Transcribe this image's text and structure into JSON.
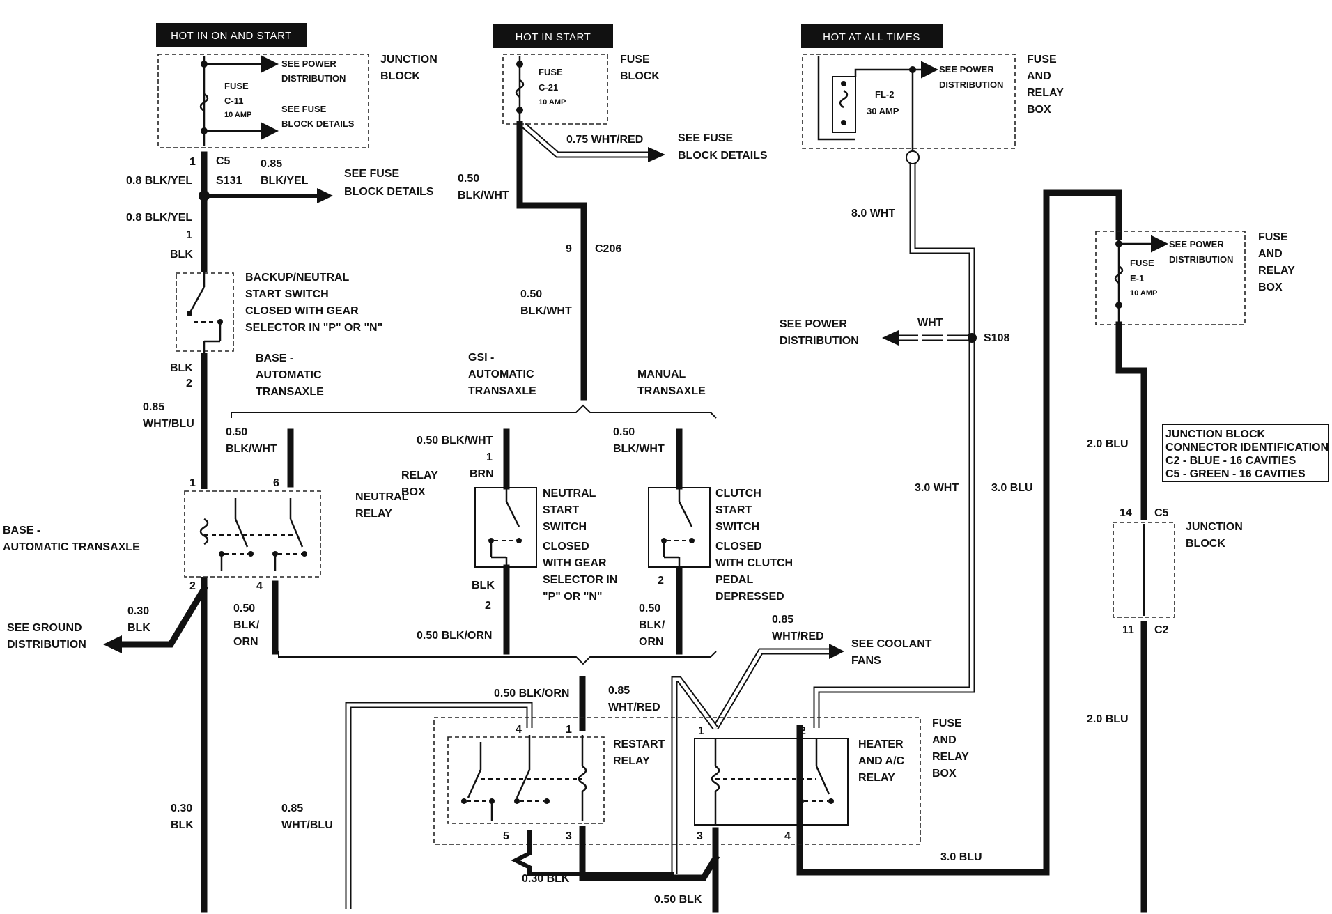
{
  "headers": {
    "hot_in_on_start": "HOT IN ON AND START",
    "hot_in_start": "HOT IN START",
    "hot_at_all_times": "HOT AT ALL TIMES"
  },
  "left": {
    "see_power_dist": [
      "SEE POWER",
      "DISTRIBUTION"
    ],
    "fuse": [
      "FUSE",
      "C-11",
      "10 AMP"
    ],
    "see_fuse_block": [
      "SEE FUSE",
      "BLOCK DETAILS"
    ],
    "junction_block": [
      "JUNCTION",
      "BLOCK"
    ],
    "c5_pin": "1",
    "c5": "C5",
    "s131": "S131",
    "wire_08_blk_yel_a": "0.8 BLK/YEL",
    "wire_085_a": "0.85",
    "wire_085_blk_yel": "BLK/YEL",
    "see_fuse_block_2": [
      "SEE FUSE",
      "BLOCK DETAILS"
    ],
    "wire_08_blk_yel_b": "0.8 BLK/YEL",
    "pin1": "1",
    "blk_a": "BLK",
    "backup_switch": [
      "BACKUP/NEUTRAL",
      "START SWITCH",
      "CLOSED WITH GEAR",
      "SELECTOR IN \"P\" OR \"N\""
    ],
    "blk_b": "BLK",
    "pin2": "2",
    "base_auto": [
      "BASE -",
      "AUTOMATIC",
      "TRANSAXLE"
    ],
    "wire_085_wht_blu": [
      "0.85",
      "WHT/BLU"
    ],
    "wire_050_blk_wht": [
      "0.50",
      "BLK/WHT"
    ],
    "relay_pin1": "1",
    "relay_pin6": "6",
    "neutral_relay": [
      "NEUTRAL",
      "RELAY"
    ],
    "base_auto_transaxle": [
      "BASE -",
      "AUTOMATIC  TRANSAXLE"
    ],
    "relay_pin2": "2",
    "relay_pin4": "4",
    "wire_030_blk": [
      "0.30",
      "BLK"
    ],
    "see_ground": [
      "SEE GROUND",
      "DISTRIBUTION"
    ],
    "wire_050_blk_orn": [
      "0.50",
      "BLK/",
      "ORN"
    ],
    "wire_030_blk_2": [
      "0.30",
      "BLK"
    ],
    "wire_085_wht_blu_2": [
      "0.85",
      "WHT/BLU"
    ]
  },
  "center": {
    "fuse": [
      "FUSE",
      "C-21",
      "10 AMP"
    ],
    "fuse_block": [
      "FUSE",
      "BLOCK"
    ],
    "wire_075_wht_red": "0.75 WHT/RED",
    "see_fuse_block": [
      "SEE FUSE",
      "BLOCK DETAILS"
    ],
    "wire_050_blk_wht": [
      "0.50",
      "BLK/WHT"
    ],
    "c206_pin": "9",
    "c206": "C206",
    "wire_050_blk_wht_2": [
      "0.50",
      "BLK/WHT"
    ],
    "gsi_auto": [
      "GSI -",
      "AUTOMATIC",
      "TRANSAXLE"
    ],
    "manual": [
      "MANUAL",
      "TRANSAXLE"
    ],
    "wire_050_blk_wht_3": "0.50 BLK/WHT",
    "pin1": "1",
    "brn": "BRN",
    "relay_box": [
      "RELAY",
      "BOX"
    ],
    "neutral_start_switch": [
      "NEUTRAL",
      "START",
      "SWITCH",
      "CLOSED",
      "WITH GEAR",
      "SELECTOR IN",
      "\"P\" OR \"N\""
    ],
    "blk": "BLK",
    "pin2": "2",
    "wire_050_blk_orn": "0.50 BLK/ORN",
    "manual_wire": [
      "0.50",
      "BLK/WHT"
    ],
    "clutch_switch": [
      "CLUTCH",
      "START",
      "SWITCH",
      "CLOSED",
      "WITH CLUTCH",
      "PEDAL",
      "DEPRESSED"
    ],
    "clutch_pin2": "2",
    "clutch_wire": [
      "0.50",
      "BLK/",
      "ORN"
    ]
  },
  "right": {
    "fuse_fl2": [
      "FL-2",
      "30 AMP"
    ],
    "see_power_dist": [
      "SEE POWER",
      "DISTRIBUTION"
    ],
    "fuse_relay_box": [
      "FUSE",
      "AND",
      "RELAY",
      "BOX"
    ],
    "wire_80_wht": "8.0 WHT",
    "see_power_dist_2": [
      "SEE POWER",
      "DISTRIBUTION"
    ],
    "wht": "WHT",
    "s108": "S108",
    "wire_30_wht": "3.0 WHT",
    "wire_30_blu": "3.0 BLU",
    "fuse_e1": [
      "FUSE",
      "E-1",
      "10 AMP"
    ],
    "see_power_dist_3": [
      "SEE POWER",
      "DISTRIBUTION"
    ],
    "fuse_relay_box_2": [
      "FUSE",
      "AND",
      "RELAY",
      "BOX"
    ],
    "wire_20_blu": "2.0 BLU",
    "jb_id": [
      "JUNCTION BLOCK",
      "CONNECTOR IDENTIFICATION",
      "C2 - BLUE - 16 CAVITIES",
      "C5 - GREEN - 16 CAVITIES"
    ],
    "c5_pin": "14",
    "c5": "C5",
    "junction_block": [
      "JUNCTION",
      "BLOCK"
    ],
    "c2_pin": "11",
    "c2": "C2",
    "wire_20_blu_2": "2.0 BLU",
    "wire_085_wht_red": [
      "0.85",
      "WHT/RED"
    ],
    "see_coolant": [
      "SEE COOLANT",
      "FANS"
    ]
  },
  "bottom": {
    "wire_050_blk_orn": "0.50 BLK/ORN",
    "wire_085_wht_red": [
      "0.85",
      "WHT/RED"
    ],
    "restart_relay": [
      "RESTART",
      "RELAY"
    ],
    "pin4": "4",
    "pin1": "1",
    "pin5": "5",
    "pin3": "3",
    "heater_relay": [
      "HEATER",
      "AND A/C",
      "RELAY"
    ],
    "h_pin1": "1",
    "h_pin2": "2",
    "h_pin3": "3",
    "h_pin4": "4",
    "fuse_relay_box": [
      "FUSE",
      "AND",
      "RELAY",
      "BOX"
    ],
    "wire_030_blk": "0.30 BLK",
    "wire_050_blk": "0.50 BLK",
    "wire_30_blu": "3.0 BLU"
  }
}
